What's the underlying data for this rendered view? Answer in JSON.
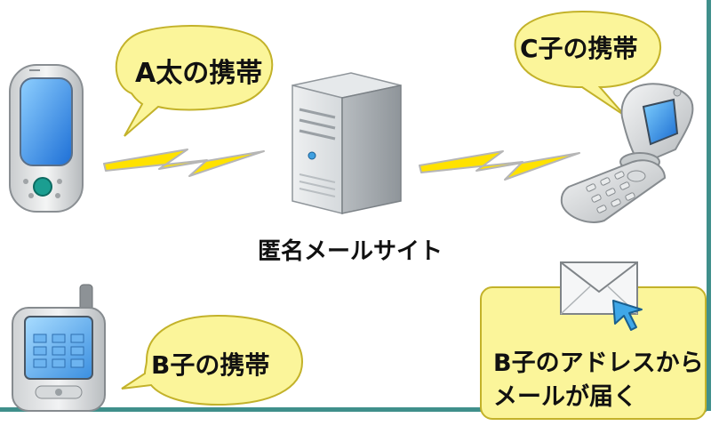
{
  "bubbles": {
    "a_taro": "A太の携帯",
    "c_ko": "C子の携帯",
    "b_ko": "B子の携帯"
  },
  "server": {
    "label": "匿名メールサイト"
  },
  "note": {
    "line1": "B子のアドレスから",
    "line2": "メールが届く"
  },
  "colors": {
    "bubble_fill": "#fbf59a",
    "bubble_stroke": "#c3b22a",
    "bolt_fill": "#ffe200",
    "frame": "#3f8f8b"
  }
}
